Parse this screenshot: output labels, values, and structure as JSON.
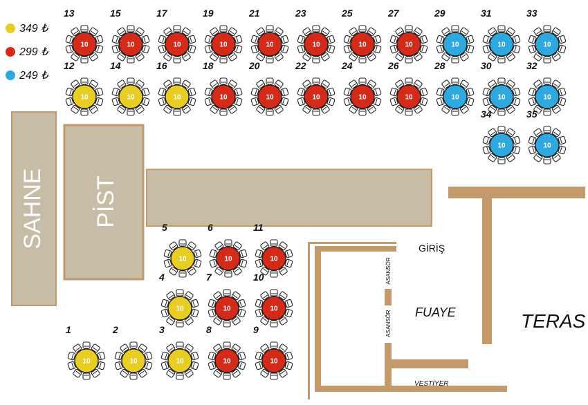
{
  "legend": [
    {
      "price": "349 ₺",
      "color": "#e8cd25",
      "tier": "yellow"
    },
    {
      "price": "299 ₺",
      "color": "#d42a1a",
      "tier": "red"
    },
    {
      "price": "249 ₺",
      "color": "#2fa8e0",
      "tier": "blue"
    }
  ],
  "colors": {
    "yellow": "#e8cd25",
    "red": "#d42a1a",
    "blue": "#2fa8e0",
    "stage": "#c7bca6",
    "stage_border": "#c29a6c",
    "wall": "#c49a6c"
  },
  "areas": {
    "stage": "SAHNE",
    "dance_floor": "PİST",
    "entrance": "GİRİŞ",
    "foyer": "FUAYE",
    "terrace": "TERAS",
    "cloakroom": "VESTİYER",
    "elevator_top": "ASANSÖR",
    "elevator_bottom": "ASANSÖR"
  },
  "tables": [
    {
      "number": "13",
      "tier": "red",
      "capacity": "10"
    },
    {
      "number": "15",
      "tier": "red",
      "capacity": "10"
    },
    {
      "number": "17",
      "tier": "red",
      "capacity": "10"
    },
    {
      "number": "19",
      "tier": "red",
      "capacity": "10"
    },
    {
      "number": "21",
      "tier": "red",
      "capacity": "10"
    },
    {
      "number": "23",
      "tier": "red",
      "capacity": "10"
    },
    {
      "number": "25",
      "tier": "red",
      "capacity": "10"
    },
    {
      "number": "27",
      "tier": "red",
      "capacity": "10"
    },
    {
      "number": "29",
      "tier": "blue",
      "capacity": "10"
    },
    {
      "number": "31",
      "tier": "blue",
      "capacity": "10"
    },
    {
      "number": "33",
      "tier": "blue",
      "capacity": "10"
    },
    {
      "number": "12",
      "tier": "yellow",
      "capacity": "10"
    },
    {
      "number": "14",
      "tier": "yellow",
      "capacity": "10"
    },
    {
      "number": "16",
      "tier": "yellow",
      "capacity": "10"
    },
    {
      "number": "18",
      "tier": "red",
      "capacity": "10"
    },
    {
      "number": "20",
      "tier": "red",
      "capacity": "10"
    },
    {
      "number": "22",
      "tier": "red",
      "capacity": "10"
    },
    {
      "number": "24",
      "tier": "red",
      "capacity": "10"
    },
    {
      "number": "26",
      "tier": "red",
      "capacity": "10"
    },
    {
      "number": "28",
      "tier": "blue",
      "capacity": "10"
    },
    {
      "number": "30",
      "tier": "blue",
      "capacity": "10"
    },
    {
      "number": "32",
      "tier": "blue",
      "capacity": "10"
    },
    {
      "number": "34",
      "tier": "blue",
      "capacity": "10"
    },
    {
      "number": "35",
      "tier": "blue",
      "capacity": "10"
    },
    {
      "number": "5",
      "tier": "yellow",
      "capacity": "10"
    },
    {
      "number": "6",
      "tier": "red",
      "capacity": "10"
    },
    {
      "number": "11",
      "tier": "red",
      "capacity": "10"
    },
    {
      "number": "4",
      "tier": "yellow",
      "capacity": "10"
    },
    {
      "number": "7",
      "tier": "red",
      "capacity": "10"
    },
    {
      "number": "10",
      "tier": "red",
      "capacity": "10"
    },
    {
      "number": "1",
      "tier": "yellow",
      "capacity": "10"
    },
    {
      "number": "2",
      "tier": "yellow",
      "capacity": "10"
    },
    {
      "number": "3",
      "tier": "yellow",
      "capacity": "10"
    },
    {
      "number": "8",
      "tier": "red",
      "capacity": "10"
    },
    {
      "number": "9",
      "tier": "red",
      "capacity": "10"
    }
  ]
}
